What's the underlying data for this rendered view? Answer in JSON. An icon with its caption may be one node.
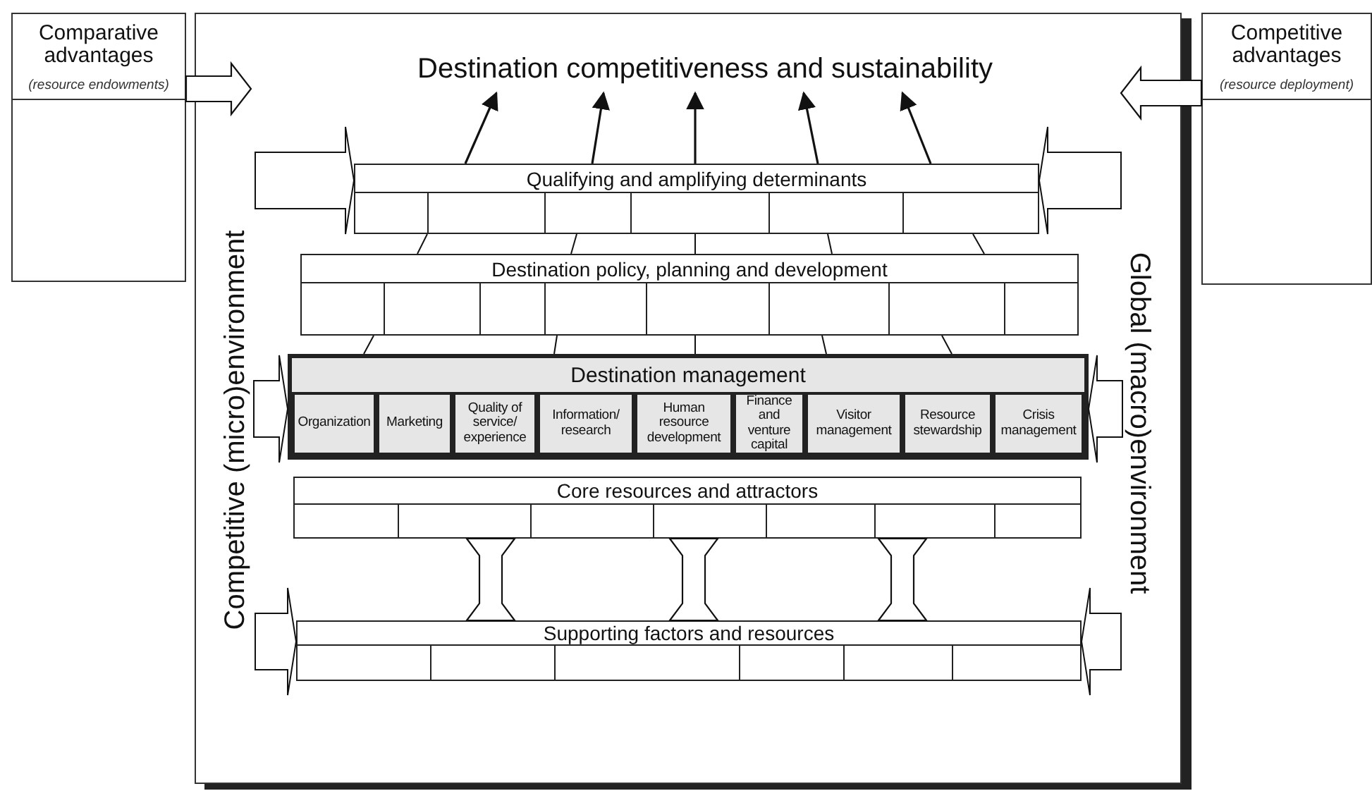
{
  "diagram": {
    "nodes": [
      {
        "text": [
          "Comparative advantages",
          "(resource endowments)"
        ]
      },
      {
        "text": [
          "Competitive advantages",
          "(resource deployment)"
        ]
      },
      {
        "text": [],
        "shape": "box"
      },
      {
        "text": [
          "Destination competitiveness and sustainability"
        ],
        "in": 2
      },
      {
        "text": [
          "Qualifying and amplifying determinants"
        ],
        "in": 2
      },
      {
        "text": [],
        "shape": "box",
        "in": 4
      },
      {
        "text": [],
        "shape": "box",
        "in": 4
      },
      {
        "text": [],
        "shape": "box",
        "in": 4
      },
      {
        "text": [],
        "shape": "box",
        "in": 4
      },
      {
        "text": [],
        "shape": "box",
        "in": 4
      },
      {
        "text": [],
        "shape": "box",
        "in": 4
      },
      {
        "text": [
          "Destination policy, planning and development"
        ],
        "in": 2
      },
      {
        "text": [],
        "shape": "box",
        "in": 11
      },
      {
        "text": [],
        "shape": "box",
        "in": 11
      },
      {
        "text": [],
        "shape": "box",
        "in": 11
      },
      {
        "text": [],
        "shape": "box",
        "in": 11
      },
      {
        "text": [],
        "shape": "box",
        "in": 11
      },
      {
        "text": [],
        "shape": "box",
        "in": 11
      },
      {
        "text": [],
        "shape": "box",
        "in": 11
      },
      {
        "text": [],
        "shape": "box",
        "in": 11
      },
      {
        "text": [
          "Destination management"
        ],
        "in": 2
      },
      {
        "text": [
          "Organization"
        ],
        "in": 20
      },
      {
        "text": [
          "Marketing"
        ],
        "in": 20
      },
      {
        "text": [
          "Quality of service/ experience"
        ],
        "in": 20
      },
      {
        "text": [
          "Information/ research"
        ],
        "in": 20
      },
      {
        "text": [
          "Human resource development"
        ],
        "in": 20
      },
      {
        "text": [
          "Finance and venture capital"
        ],
        "in": 20
      },
      {
        "text": [
          "Visitor management"
        ],
        "in": 20
      },
      {
        "text": [
          "Resource stewardship"
        ],
        "in": 20
      },
      {
        "text": [
          "Crisis management"
        ],
        "in": 20
      },
      {
        "text": [
          "Core resources and attractors"
        ],
        "in": 2
      },
      {
        "text": [],
        "shape": "box",
        "in": 30
      },
      {
        "text": [],
        "shape": "box",
        "in": 30
      },
      {
        "text": [],
        "shape": "box",
        "in": 30
      },
      {
        "text": [],
        "shape": "box",
        "in": 30
      },
      {
        "text": [],
        "shape": "box",
        "in": 30
      },
      {
        "text": [],
        "shape": "box",
        "in": 30
      },
      {
        "text": [],
        "shape": "box",
        "in": 30
      },
      {
        "text": [
          "Supporting factors and resources"
        ],
        "in": 2
      },
      {
        "text": [],
        "shape": "box",
        "in": 38
      },
      {
        "text": [],
        "shape": "box",
        "in": 38
      },
      {
        "text": [],
        "shape": "box",
        "in": 38
      },
      {
        "text": [],
        "shape": "box",
        "in": 38
      },
      {
        "text": [],
        "shape": "box",
        "in": 38
      },
      {
        "text": [],
        "shape": "box",
        "in": 38
      }
    ],
    "edges": [
      {
        "from": 0,
        "to": 2,
        "arrow": "to",
        "style": "thick"
      },
      {
        "from": 1,
        "to": 2,
        "arrow": "to",
        "style": "thick"
      },
      {
        "from": 4,
        "to": 3,
        "arrow": "to"
      },
      {
        "from": 4,
        "to": 3,
        "arrow": "to"
      },
      {
        "from": 4,
        "to": 3,
        "arrow": "to"
      },
      {
        "from": 4,
        "to": 3,
        "arrow": "to"
      },
      {
        "from": 4,
        "to": 3,
        "arrow": "to"
      },
      {
        "from": 4,
        "to": 11,
        "arrow": "none"
      },
      {
        "from": 4,
        "to": 11,
        "arrow": "none"
      },
      {
        "from": 4,
        "to": 11,
        "arrow": "none"
      },
      {
        "from": 4,
        "to": 11,
        "arrow": "none"
      },
      {
        "from": 4,
        "to": 11,
        "arrow": "none"
      },
      {
        "from": 11,
        "to": 20,
        "arrow": "none"
      },
      {
        "from": 11,
        "to": 20,
        "arrow": "none"
      },
      {
        "from": 11,
        "to": 20,
        "arrow": "none"
      },
      {
        "from": 11,
        "to": 20,
        "arrow": "none"
      },
      {
        "from": 11,
        "to": 20,
        "arrow": "none"
      },
      {
        "from": 30,
        "to": 38,
        "arrow": "none",
        "style": "thick"
      },
      {
        "from": 30,
        "to": 38,
        "arrow": "none",
        "style": "thick"
      },
      {
        "from": 30,
        "to": 38,
        "arrow": "none",
        "style": "thick"
      },
      {
        "from": null,
        "to": 4,
        "arrow": "to",
        "style": "thick"
      },
      {
        "from": null,
        "to": 20,
        "arrow": "to",
        "style": "thick"
      },
      {
        "from": null,
        "to": 38,
        "arrow": "to",
        "style": "thick"
      },
      {
        "from": null,
        "to": 4,
        "arrow": "to",
        "style": "thick"
      },
      {
        "from": null,
        "to": 20,
        "arrow": "to",
        "style": "thick"
      },
      {
        "from": null,
        "to": 38,
        "arrow": "to",
        "style": "thick"
      }
    ],
    "labels": [
      "Competitive (micro)environment",
      "Global (macro)environment"
    ]
  }
}
